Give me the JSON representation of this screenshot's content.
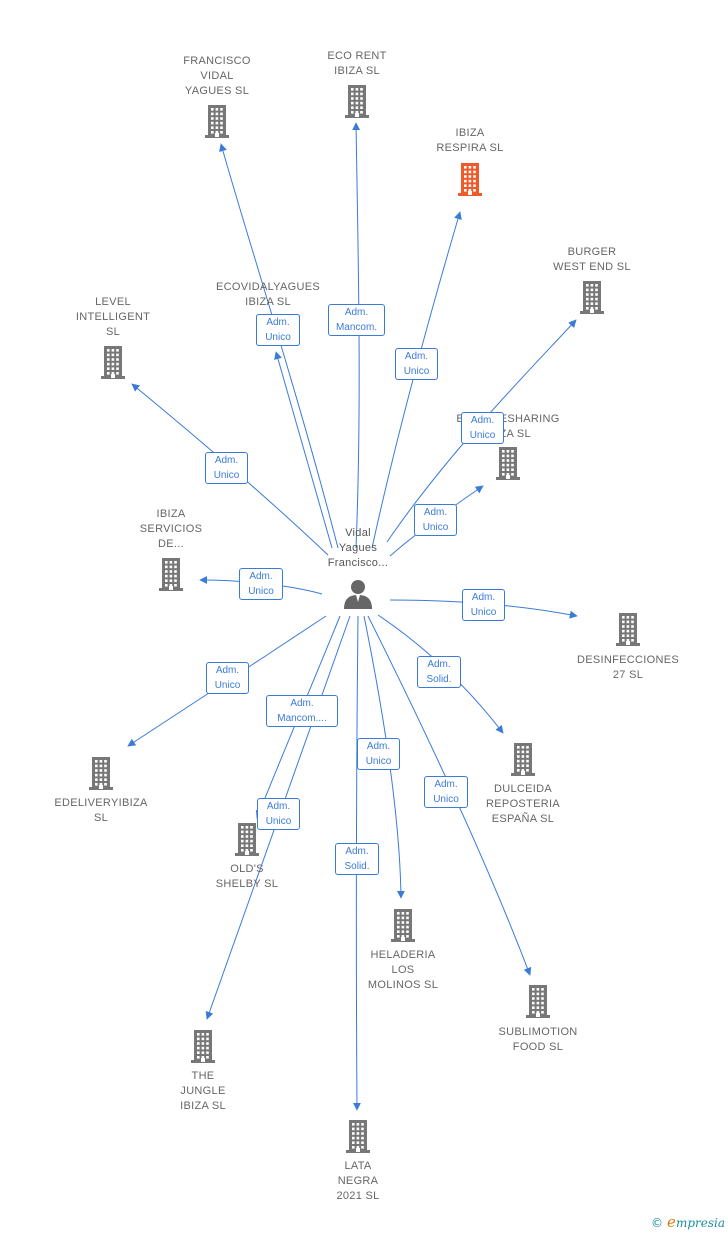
{
  "center": {
    "id": "person",
    "label": [
      "Vidal",
      "Yagues",
      "Francisco..."
    ]
  },
  "nodes": [
    {
      "id": "francisco",
      "label": [
        "FRANCISCO",
        "VIDAL",
        "YAGUES  SL"
      ]
    },
    {
      "id": "ecorent",
      "label": [
        "ECO RENT",
        "IBIZA  SL"
      ]
    },
    {
      "id": "respira",
      "label": [
        "IBIZA",
        "RESPIRA  SL"
      ],
      "highlight": true
    },
    {
      "id": "burger",
      "label": [
        "BURGER",
        "WEST END  SL"
      ]
    },
    {
      "id": "level",
      "label": [
        "LEVEL",
        "INTELLIGENT",
        "SL"
      ]
    },
    {
      "id": "ecovidal",
      "label": [
        "ECOVIDALYAGUES",
        "IBIZA  SL"
      ]
    },
    {
      "id": "ecosharing",
      "label": [
        "ECOBIKESHARING",
        "IBIZA  SL"
      ]
    },
    {
      "id": "servicios",
      "label": [
        "IBIZA",
        "SERVICIOS",
        "DE..."
      ]
    },
    {
      "id": "desinf",
      "label": [
        "DESINFECCIONES",
        "27  SL"
      ]
    },
    {
      "id": "edelivery",
      "label": [
        "EDELIVERYIBIZA",
        "SL"
      ]
    },
    {
      "id": "dulceida",
      "label": [
        "DULCEIDA",
        "REPOSTERIA",
        "ESPAÑA  SL"
      ]
    },
    {
      "id": "olds",
      "label": [
        "OLD'S",
        "SHELBY  SL"
      ]
    },
    {
      "id": "heladeria",
      "label": [
        "HELADERIA",
        "LOS",
        "MOLINOS  SL"
      ]
    },
    {
      "id": "sublimotion",
      "label": [
        "SUBLIMOTION",
        "FOOD  SL"
      ]
    },
    {
      "id": "jungle",
      "label": [
        "THE",
        "JUNGLE",
        "IBIZA  SL"
      ]
    },
    {
      "id": "lata",
      "label": [
        "LATA",
        "NEGRA",
        "2021  SL"
      ]
    }
  ],
  "edges": [
    {
      "to": "francisco",
      "label": [
        "Adm.",
        "Unico"
      ]
    },
    {
      "to": "ecorent",
      "label": [
        "Adm.",
        "Mancom."
      ]
    },
    {
      "to": "respira",
      "label": [
        "Adm.",
        "Unico"
      ]
    },
    {
      "to": "burger",
      "label": [
        "Adm.",
        "Unico"
      ]
    },
    {
      "to": "level",
      "label": [
        "Adm.",
        "Unico"
      ]
    },
    {
      "to": "ecovidal",
      "label": [
        "Adm.",
        "Unico"
      ]
    },
    {
      "to": "ecosharing",
      "label": [
        "Adm.",
        "Unico"
      ]
    },
    {
      "to": "servicios",
      "label": [
        "Adm.",
        "Unico"
      ]
    },
    {
      "to": "desinf",
      "label": [
        "Adm.",
        "Unico"
      ]
    },
    {
      "to": "edelivery",
      "label": [
        "Adm.",
        "Unico"
      ]
    },
    {
      "to": "dulceida",
      "label": [
        "Adm.",
        "Solid."
      ]
    },
    {
      "to": "olds",
      "label": [
        "Adm.",
        "Mancom...."
      ]
    },
    {
      "to": "jungle",
      "label": [
        "Adm.",
        "Unico"
      ]
    },
    {
      "to": "heladeria",
      "label": [
        "Adm.",
        "Unico"
      ]
    },
    {
      "to": "lata",
      "label": [
        "Adm.",
        "Solid."
      ]
    },
    {
      "to": "sublimotion",
      "label": [
        "Adm.",
        "Unico"
      ]
    }
  ],
  "colors": {
    "edge": "#3b7bd8",
    "node": "#777777",
    "highlight": "#f05a28",
    "label": "#666666"
  },
  "icons": {
    "company": "building-icon",
    "person": "person-icon"
  },
  "brand": {
    "copyright": "©",
    "initial": "e",
    "rest": "mpresia"
  }
}
